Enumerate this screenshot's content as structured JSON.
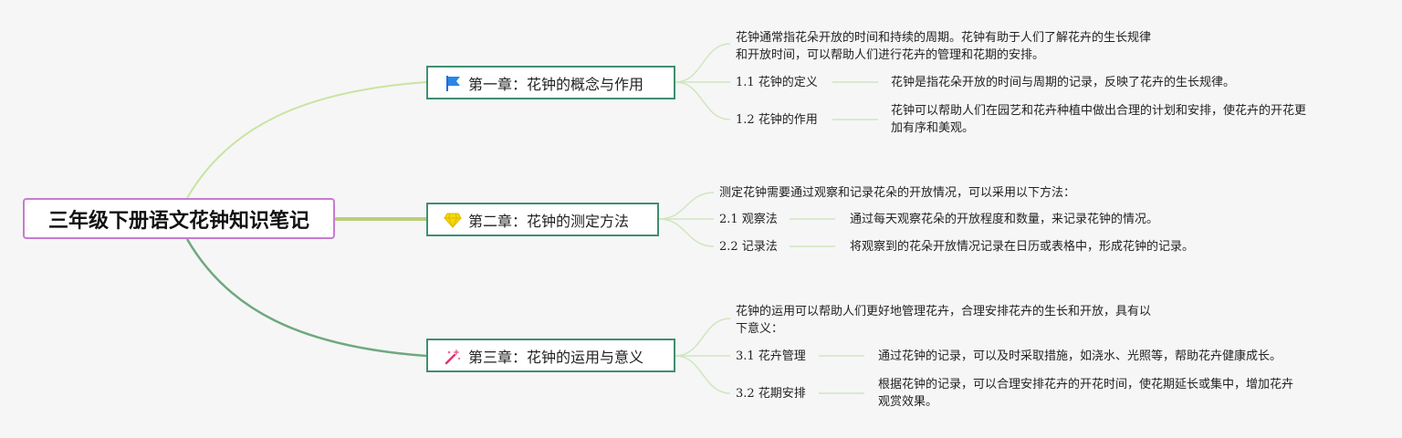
{
  "root": {
    "title": "三年级下册语文花钟知识笔记"
  },
  "chapters": [
    {
      "title": "第一章：花钟的概念与作用",
      "icon": "flag-icon",
      "intro": [
        "花钟通常指花朵开放的时间和持续的周期。花钟有助于人们了解花卉的生长规律",
        "和开放时间，可以帮助人们进行花卉的管理和花期的安排。"
      ],
      "items": [
        {
          "label": "1.1 花钟的定义",
          "detail": [
            "花钟是指花朵开放的时间与周期的记录，反映了花卉的生长规律。"
          ]
        },
        {
          "label": "1.2 花钟的作用",
          "detail": [
            "花钟可以帮助人们在园艺和花卉种植中做出合理的计划和安排，使花卉的开花更",
            "加有序和美观。"
          ]
        }
      ]
    },
    {
      "title": "第二章：花钟的测定方法",
      "icon": "diamond-icon",
      "intro": [
        "测定花钟需要通过观察和记录花朵的开放情况，可以采用以下方法："
      ],
      "items": [
        {
          "label": "2.1 观察法",
          "detail": [
            "通过每天观察花朵的开放程度和数量，来记录花钟的情况。"
          ]
        },
        {
          "label": "2.2 记录法",
          "detail": [
            "将观察到的花朵开放情况记录在日历或表格中，形成花钟的记录。"
          ]
        }
      ]
    },
    {
      "title": "第三章：花钟的运用与意义",
      "icon": "magic-wand-icon",
      "intro": [
        "花钟的运用可以帮助人们更好地管理花卉，合理安排花卉的生长和开放，具有以",
        "下意义："
      ],
      "items": [
        {
          "label": "3.1 花卉管理",
          "detail": [
            "通过花钟的记录，可以及时采取措施，如浇水、光照等，帮助花卉健康成长。"
          ]
        },
        {
          "label": "3.2 花期安排",
          "detail": [
            "根据花钟的记录，可以合理安排花卉的开花时间，使花期延长或集中，增加花卉",
            "观赏效果。"
          ]
        }
      ]
    }
  ],
  "colors": {
    "root_border": "#c77bd1",
    "chapter_border": "#3f8f6e",
    "branch1": "#c9e4a0",
    "branch2": "#b5cf7c",
    "branch3": "#6fa87f",
    "leaf_line": "#cfe6bf"
  }
}
